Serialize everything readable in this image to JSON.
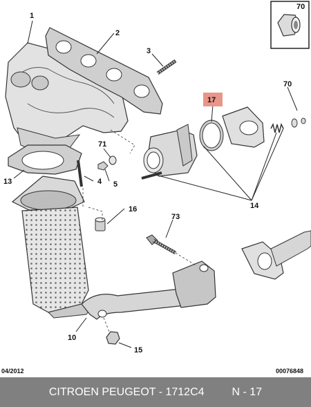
{
  "labels": {
    "part_1": "1",
    "part_2": "2",
    "part_3": "3",
    "part_4": "4",
    "part_5": "5",
    "part_10": "10",
    "part_13": "13",
    "part_14": "14",
    "part_15": "15",
    "part_16": "16",
    "part_17": "17",
    "part_70_top": "70",
    "part_70": "70",
    "part_71": "71",
    "part_73": "73"
  },
  "highlight_color": "#e8958a",
  "date_code": "04/2012",
  "diagram_code": "00076848",
  "footer": {
    "brand_text": "CITROEN PEUGEOT - 1712C4",
    "position_text": "N - 17"
  }
}
